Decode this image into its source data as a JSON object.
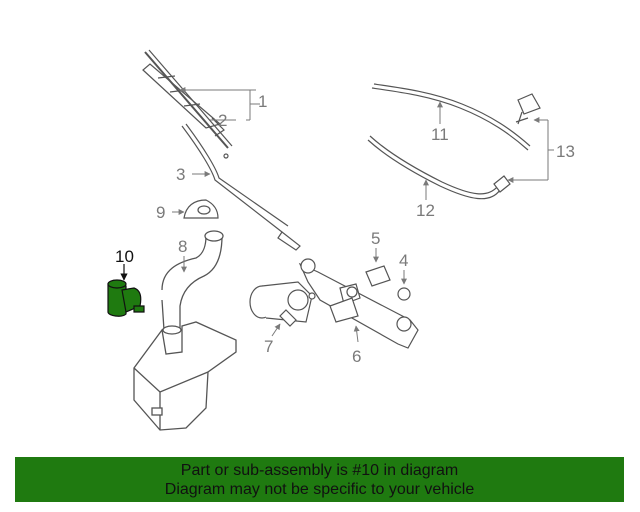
{
  "callouts": {
    "c1": "1",
    "c2": "2",
    "c3": "3",
    "c4": "4",
    "c5": "5",
    "c6": "6",
    "c7": "7",
    "c8": "8",
    "c9": "9",
    "c10": "10",
    "c11": "11",
    "c12": "12",
    "c13": "13"
  },
  "highlight": {
    "part_number": "10",
    "color": "#1f7a10"
  },
  "banner": {
    "line1": "Part or sub-assembly is #10 in diagram",
    "line2": "Diagram may not be specific to your vehicle",
    "background": "#1f7a10"
  }
}
